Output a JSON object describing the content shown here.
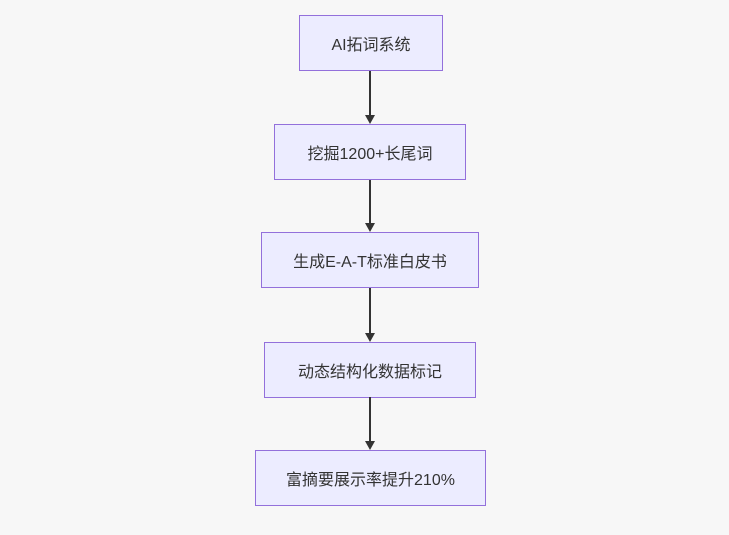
{
  "diagram": {
    "type": "flowchart",
    "direction": "top-down",
    "nodes": [
      {
        "id": "n1",
        "label": "AI拓词系统"
      },
      {
        "id": "n2",
        "label": "挖掘1200+长尾词"
      },
      {
        "id": "n3",
        "label": "生成E-A-T标准白皮书"
      },
      {
        "id": "n4",
        "label": "动态结构化数据标记"
      },
      {
        "id": "n5",
        "label": "富摘要展示率提升210%"
      }
    ],
    "edges": [
      {
        "from": "n1",
        "to": "n2"
      },
      {
        "from": "n2",
        "to": "n3"
      },
      {
        "from": "n3",
        "to": "n4"
      },
      {
        "from": "n4",
        "to": "n5"
      }
    ],
    "colors": {
      "node_fill": "#ECECFF",
      "node_border": "#9370DB",
      "arrow": "#333333",
      "text": "#333333",
      "background": "#f7f7f7"
    }
  }
}
